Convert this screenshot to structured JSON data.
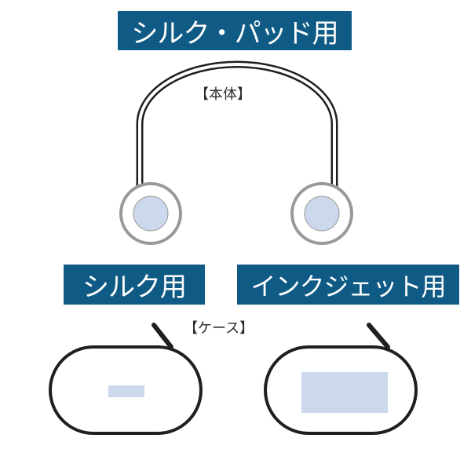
{
  "title": "シルク・パッド用",
  "body_caption": "【本体】",
  "case_caption": "【ケース】",
  "silk_label": "シルク用",
  "inkjet_label": "インクジェット用",
  "colors": {
    "label_background": "#0f5b86",
    "label_text": "#ffffff",
    "earcup_fill": "#ccd9ec",
    "case_window_fill": "#ccd9ec",
    "outline": "#1f1f1f"
  }
}
